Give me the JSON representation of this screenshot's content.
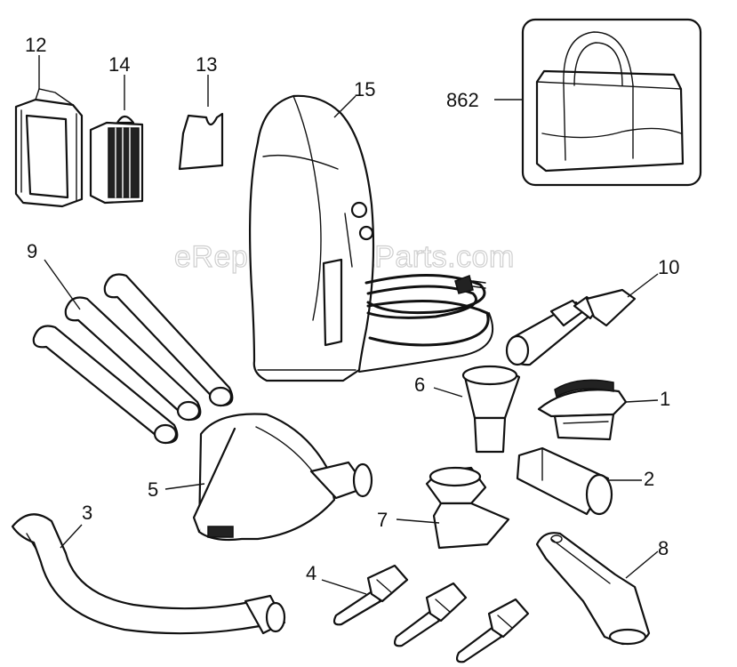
{
  "watermark": "eReplacementParts.com",
  "callouts": {
    "c12": "12",
    "c14": "14",
    "c13": "13",
    "c15": "15",
    "c862": "862",
    "c9": "9",
    "c10": "10",
    "c6": "6",
    "c1": "1",
    "c2": "2",
    "c5": "5",
    "c7": "7",
    "c3": "3",
    "c4": "4",
    "c8": "8"
  }
}
